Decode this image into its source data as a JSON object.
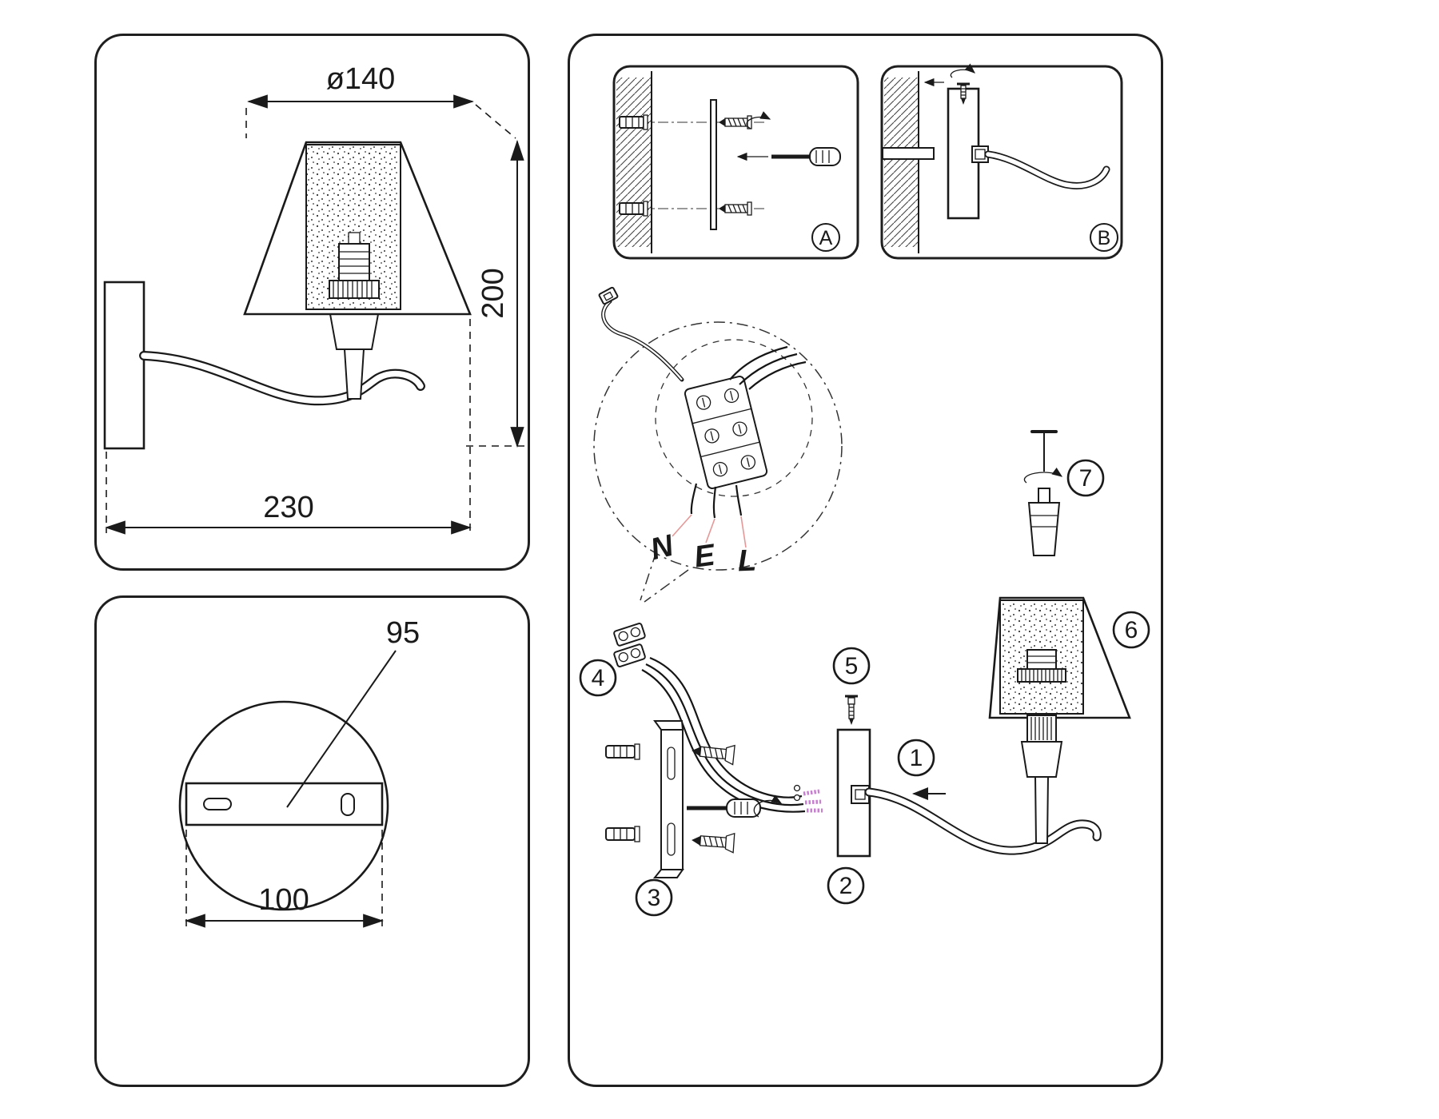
{
  "colors": {
    "ink": "#1a1a1a",
    "leader": "#e59898",
    "ferrule": "#c97fd1"
  },
  "side_view": {
    "diameter": "ø140",
    "height": "200",
    "width": "230"
  },
  "back_view": {
    "hole_spacing": "95",
    "plate_width": "100"
  },
  "steps": {
    "a": "A",
    "b": "B"
  },
  "wires": {
    "neutral": "N",
    "earth": "E",
    "live": "L"
  },
  "parts": {
    "p1": "1",
    "p2": "2",
    "p3": "3",
    "p4": "4",
    "p5": "5",
    "p6": "6",
    "p7": "7"
  }
}
